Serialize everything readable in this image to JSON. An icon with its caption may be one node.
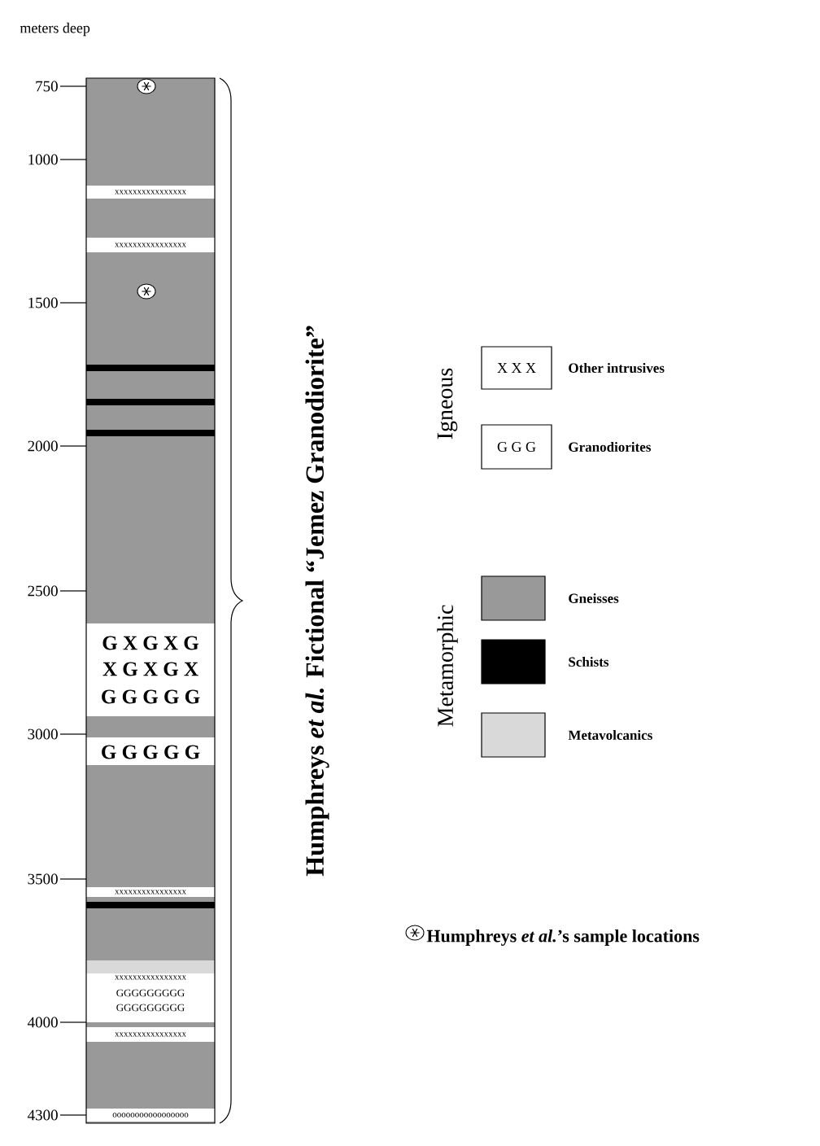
{
  "diagram": {
    "labels": [
      "meters deep",
      "750",
      "1000",
      "xxxxxxxxxxxxxxxx",
      "xxxxxxxxxxxxxxxx",
      "1500",
      "2000",
      "Igneous",
      "X X X",
      "G G G",
      "2500",
      "Metamorphic",
      "G X G X G",
      "X G X G X",
      "G G G G G",
      "3000",
      "G G G G G",
      "Humphreys *et al.* Fictional “Jemez Granodiorite”",
      "3500",
      "xxxxxxxxxxxxxxxx",
      "xxxxxxxxxxxxxxxx",
      "GGGGGGGGG",
      "GGGGGGGGG",
      "4000",
      "xxxxxxxxxxxxxxxx",
      "4300",
      "ooooooooooooooooo"
    ],
    "legend": [
      {
        "text": "Other intrusives"
      },
      {
        "text": "Granodiorites"
      },
      {
        "text": "Gneisses",
        "color": "#999999"
      },
      {
        "text": "Schists",
        "color": "#000000"
      },
      {
        "text": "Metavolcanics",
        "color": "#d9d9d9"
      },
      {
        "text": "Humphreys *et al.*’s sample locations"
      }
    ]
  }
}
